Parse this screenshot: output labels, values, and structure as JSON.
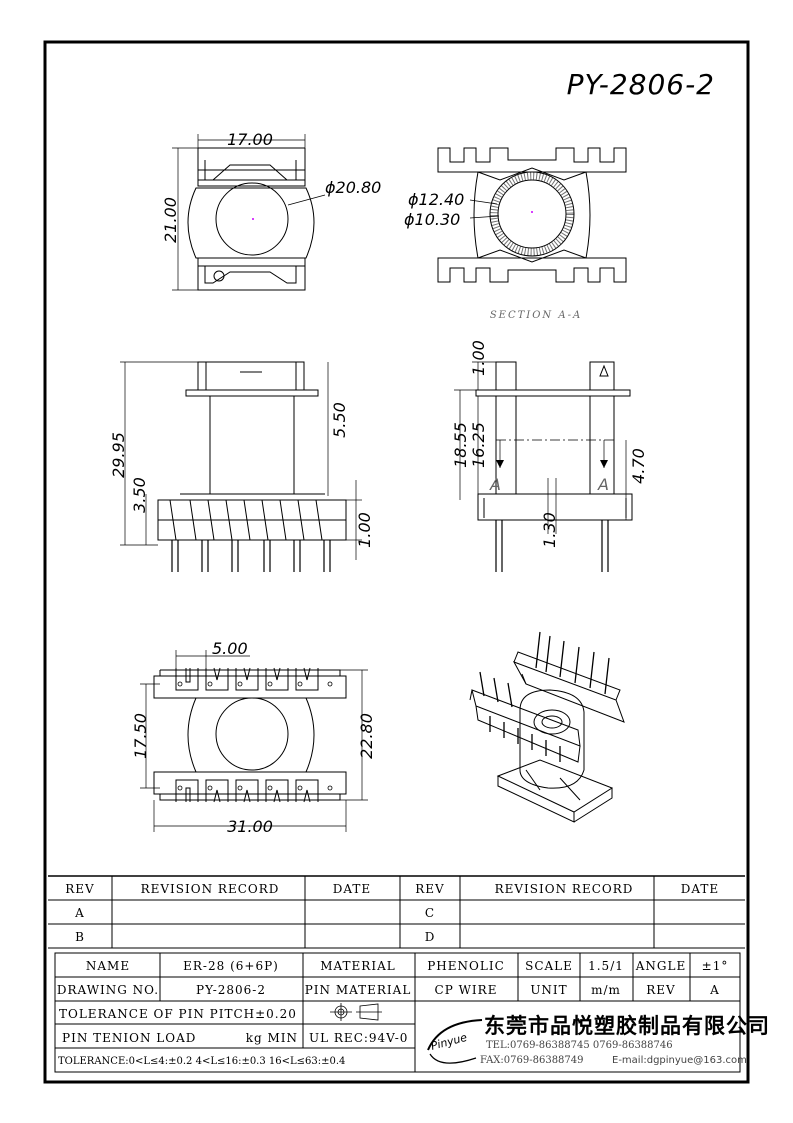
{
  "title": "PY-2806-2",
  "views": {
    "top": {
      "width": "17.00",
      "height": "21.00",
      "bore": "ϕ20.80"
    },
    "section": {
      "outer": "ϕ12.40",
      "inner": "ϕ10.30",
      "label": "SECTION A-A"
    },
    "front": {
      "overall_height": "29.95",
      "flange": "5.50",
      "base": "3.50",
      "pin": "1.00"
    },
    "side": {
      "top": "1.00",
      "h1": "18.55",
      "h2": "16.25",
      "right": "4.70",
      "pin_w": "1.30",
      "section_mark": "A"
    },
    "bottom": {
      "pitch": "5.00",
      "height": "17.50",
      "width": "22.80",
      "length": "31.00"
    }
  },
  "revision_table": {
    "headers": {
      "rev": "REV",
      "record": "REVISION RECORD",
      "date": "DATE"
    },
    "rows_left": [
      "A",
      "B"
    ],
    "rows_right": [
      "C",
      "D"
    ]
  },
  "title_block": {
    "name_label": "NAME",
    "name_value": "ER-28 (6+6P)",
    "material_label": "MATERIAL",
    "material_value": "PHENOLIC",
    "scale_label": "SCALE",
    "scale_value": "1.5/1",
    "angle_label": "ANGLE",
    "angle_value": "±1°",
    "drawing_label": "DRAWING NO.",
    "drawing_value": "PY-2806-2",
    "pin_material_label": "PIN MATERIAL",
    "pin_material_value": "CP WIRE",
    "unit_label": "UNIT",
    "unit_value": "m/m",
    "rev_label": "REV",
    "rev_value": "A",
    "tol_pitch": "TOLERANCE OF PIN PITCH±0.20",
    "pin_load_label": "PIN TENION LOAD",
    "pin_load_unit": "kg MIN",
    "ul": "UL REC:94V-0",
    "tolerance": "TOLERANCE:0<L≤4:±0.2  4<L≤16:±0.3  16<L≤63:±0.4",
    "logo_text": "Pinyue",
    "company": "东莞市品悦塑胶制品有限公司",
    "tel": "TEL:0769-86388745   0769-86388746",
    "fax": "FAX:0769-86388749",
    "email": "E-mail:dgpinyue@163.com"
  }
}
